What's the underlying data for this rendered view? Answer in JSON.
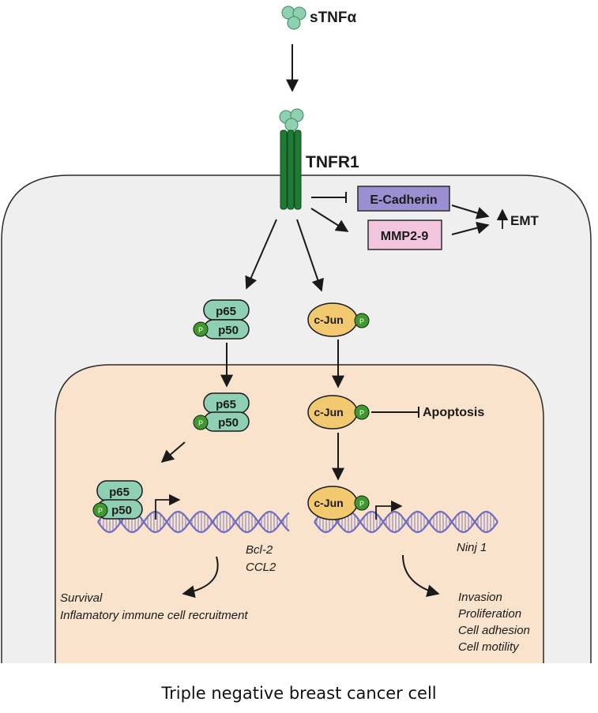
{
  "ligand": {
    "label": "sTNFα"
  },
  "receptor": {
    "label": "TNFR1"
  },
  "membrane_targets": {
    "ecadherin": "E-Cadherin",
    "mmp": "MMP2-9",
    "emt": "EMT"
  },
  "nfkb": {
    "p65": "p65",
    "p50": "p50",
    "phospho": "P"
  },
  "ap1": {
    "cjun": "c-Jun",
    "phospho": "P"
  },
  "apoptosis": {
    "label": "Apoptosis"
  },
  "genes_left": [
    "Bcl-2",
    "CCL2"
  ],
  "genes_right": [
    "Ninj 1"
  ],
  "outcomes_left": [
    "Survival",
    "Inflamatory immune cell recruitment"
  ],
  "outcomes_right": [
    "Invasion",
    "Proliferation",
    "Cell adhesion",
    "Cell motility"
  ],
  "caption": "Triple negative breast cancer cell",
  "colors": {
    "cell": "#efefef",
    "nucleus": "#f9e3cc",
    "receptor": "#1f7a34",
    "ligand": "#8ed0b0",
    "nfkb": "#8fcfb3",
    "cjun": "#f3c96f",
    "phospho": "#3f9a2e",
    "ecadherin": "#9b8fd1",
    "mmp": "#f1c5de",
    "dna": "#6f6cc0"
  }
}
